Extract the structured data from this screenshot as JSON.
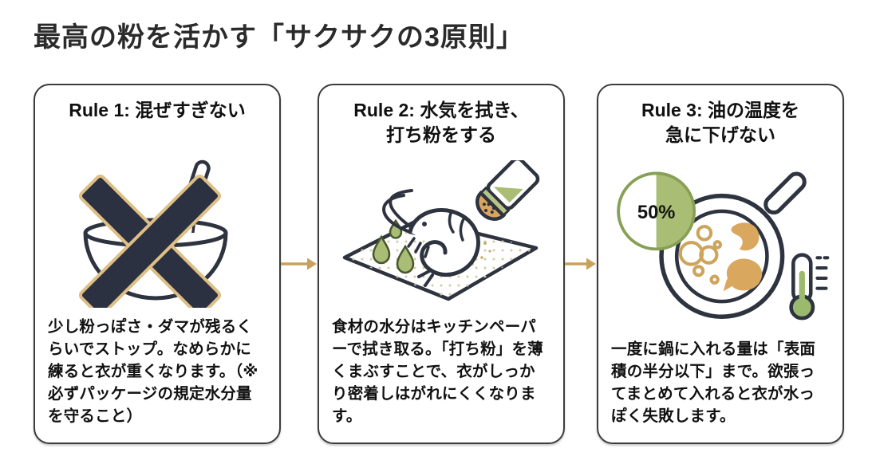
{
  "page": {
    "title": "最高の粉を活かす「サクサクの3原則」"
  },
  "colors": {
    "ink": "#2e3340",
    "card_border": "#3c3c3c",
    "arrow_gold": "#c8a25c",
    "x_fill": "#2b3140",
    "x_outline": "#debf85",
    "green": "#a9bd74",
    "green_dark": "#87a055",
    "tan": "#d9a75d",
    "paper_dot": "#d2cba6"
  },
  "cards": [
    {
      "title_lines": [
        "Rule 1: 混ぜすぎない"
      ],
      "icon": "no-overmix-bowl-whisk-icon",
      "body": "少し粉っぽさ・ダマが残るくらいでストップ。なめらかに練ると衣が重くなります。（※必ずパッケージの規定水分量を守ること）"
    },
    {
      "title_lines": [
        "Rule 2: 水気を拭き、",
        "打ち粉をする"
      ],
      "icon": "shrimp-flour-dusting-icon",
      "body": "食材の水分はキッチンペーパーで拭き取る。「打ち粉」を薄くまぶすことで、衣がしっかり密着しはがれにくくなります。"
    },
    {
      "title_lines": [
        "Rule 3: 油の温度を",
        "急に下げない"
      ],
      "icon": "frying-pan-thermometer-icon",
      "pie_label": "50%",
      "body": "一度に鍋に入れる量は「表面積の半分以下」まで。欲張ってまとめて入れると衣が水っぽく失敗します。"
    }
  ]
}
